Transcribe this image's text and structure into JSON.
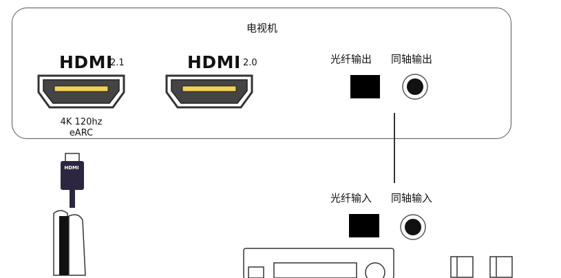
{
  "tv": {
    "title": "电视机",
    "ports": [
      {
        "name": "HDMI",
        "version": "2.1",
        "note_line1": "4K 120hz",
        "note_line2": "eARC"
      },
      {
        "name": "HDMI",
        "version": "2.0"
      }
    ],
    "optical_out": "光纤输出",
    "coaxial_out": "同轴输出"
  },
  "receiver": {
    "optical_in": "光纤输入",
    "coaxial_in": "同轴输入"
  },
  "cable": {
    "plug_label": "HDMI"
  },
  "colors": {
    "cable": "#2c2640",
    "outline": "#333333",
    "port_fill": "#f3cf5a"
  }
}
